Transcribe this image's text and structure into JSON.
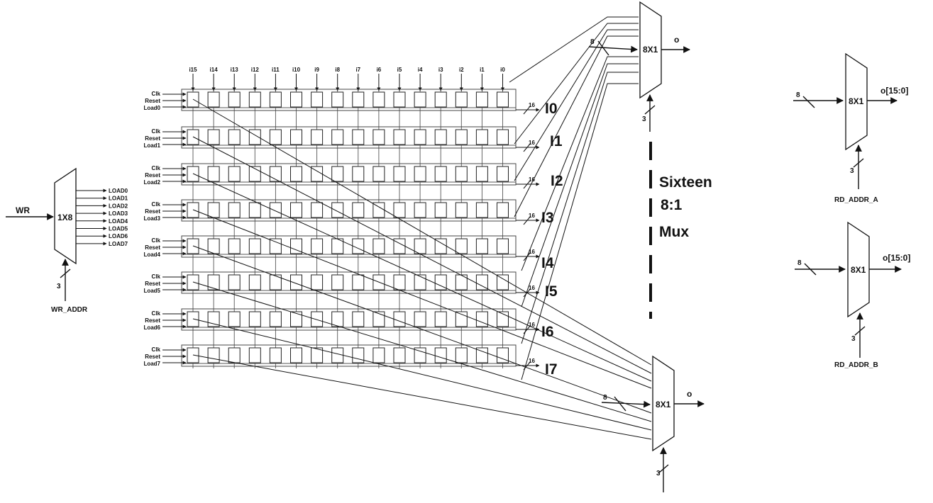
{
  "write_port": {
    "input_label": "WR",
    "decoder_label": "1X8",
    "select_width": "3",
    "select_label": "WR_ADDR",
    "load_outputs": [
      "LOAD0",
      "LOAD1",
      "LOAD2",
      "LOAD3",
      "LOAD4",
      "LOAD5",
      "LOAD6",
      "LOAD7"
    ]
  },
  "register_file": {
    "bit_labels": [
      "i15",
      "i14",
      "i13",
      "i12",
      "i11",
      "i10",
      "i9",
      "i8",
      "i7",
      "i6",
      "i5",
      "i4",
      "i3",
      "i2",
      "i1",
      "i0"
    ],
    "clk_label": "Clk",
    "reset_label": "Reset",
    "load_labels": [
      "Load0",
      "Load1",
      "Load2",
      "Load3",
      "Load4",
      "Load5",
      "Load6",
      "Load7"
    ],
    "bus_width": "16",
    "register_names": [
      "I0",
      "I1",
      "I2",
      "I3",
      "I4",
      "I5",
      "I6",
      "I7"
    ]
  },
  "read_mux_top": {
    "label": "8X1",
    "input_width": "8",
    "select_width": "3",
    "output_label": "o"
  },
  "read_mux_bottom": {
    "label": "8X1",
    "input_width": "8",
    "select_width": "3",
    "output_label": "o"
  },
  "annotation": {
    "lines": [
      "Sixteen",
      "8:1",
      "Mux"
    ]
  },
  "read_port_a": {
    "label": "8X1",
    "input_width": "8",
    "select_width": "3",
    "output_label": "o[15:0]",
    "select_label": "RD_ADDR_A"
  },
  "read_port_b": {
    "label": "8X1",
    "input_width": "8",
    "select_width": "3",
    "output_label": "o[15:0]",
    "select_label": "RD_ADDR_B"
  }
}
